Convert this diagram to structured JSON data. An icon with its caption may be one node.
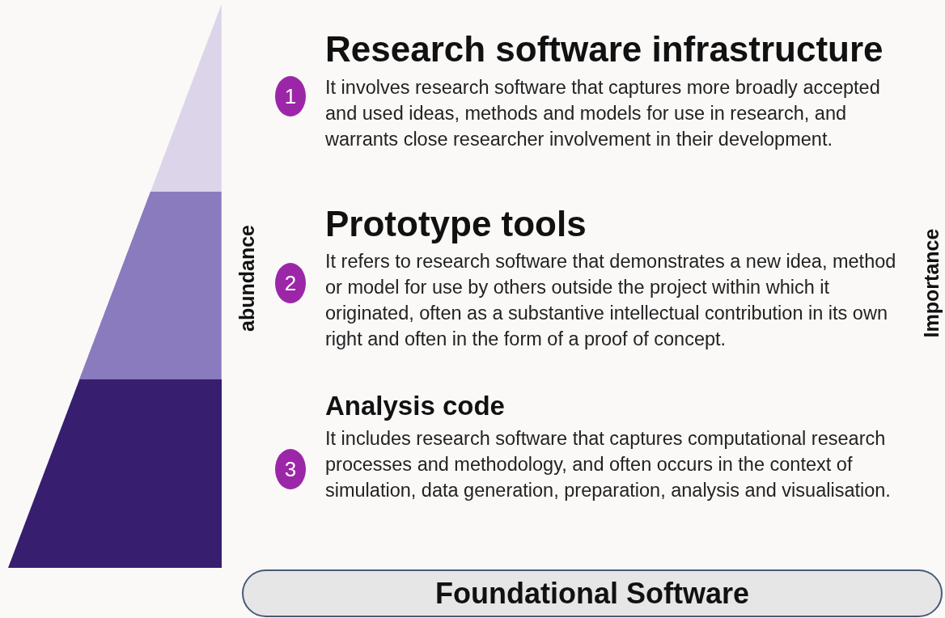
{
  "diagram": {
    "nodes": [
      {
        "text": [],
        "shape": "triangle"
      },
      {
        "text": [],
        "shape": "trapezoid"
      },
      {
        "text": [],
        "shape": "trapezoid"
      },
      {
        "text": [
          "1"
        ],
        "beside": [
          "Research software infrastructure",
          "It involves research software that captures more broadly accepted and used ideas, methods and models for use in research, and warrants close researcher involvement in their development."
        ]
      },
      {
        "text": [
          "2"
        ],
        "beside": [
          "Prototype tools",
          "It refers to research software that demonstrates a new idea, method or model for use by others outside the project within which it originated, often as a substantive intellectual contribution in its own right and often in the form of a proof of concept."
        ]
      },
      {
        "text": [
          "3"
        ],
        "beside": [
          "Analysis code",
          "It includes research software that captures computational research processes and methodology, and often occurs in the context of simulation, data generation, preparation, analysis and visualisation."
        ]
      },
      {
        "text": [
          "Foundational Software"
        ]
      }
    ],
    "edges": [],
    "labels": [
      "abundance",
      "Importance"
    ]
  }
}
